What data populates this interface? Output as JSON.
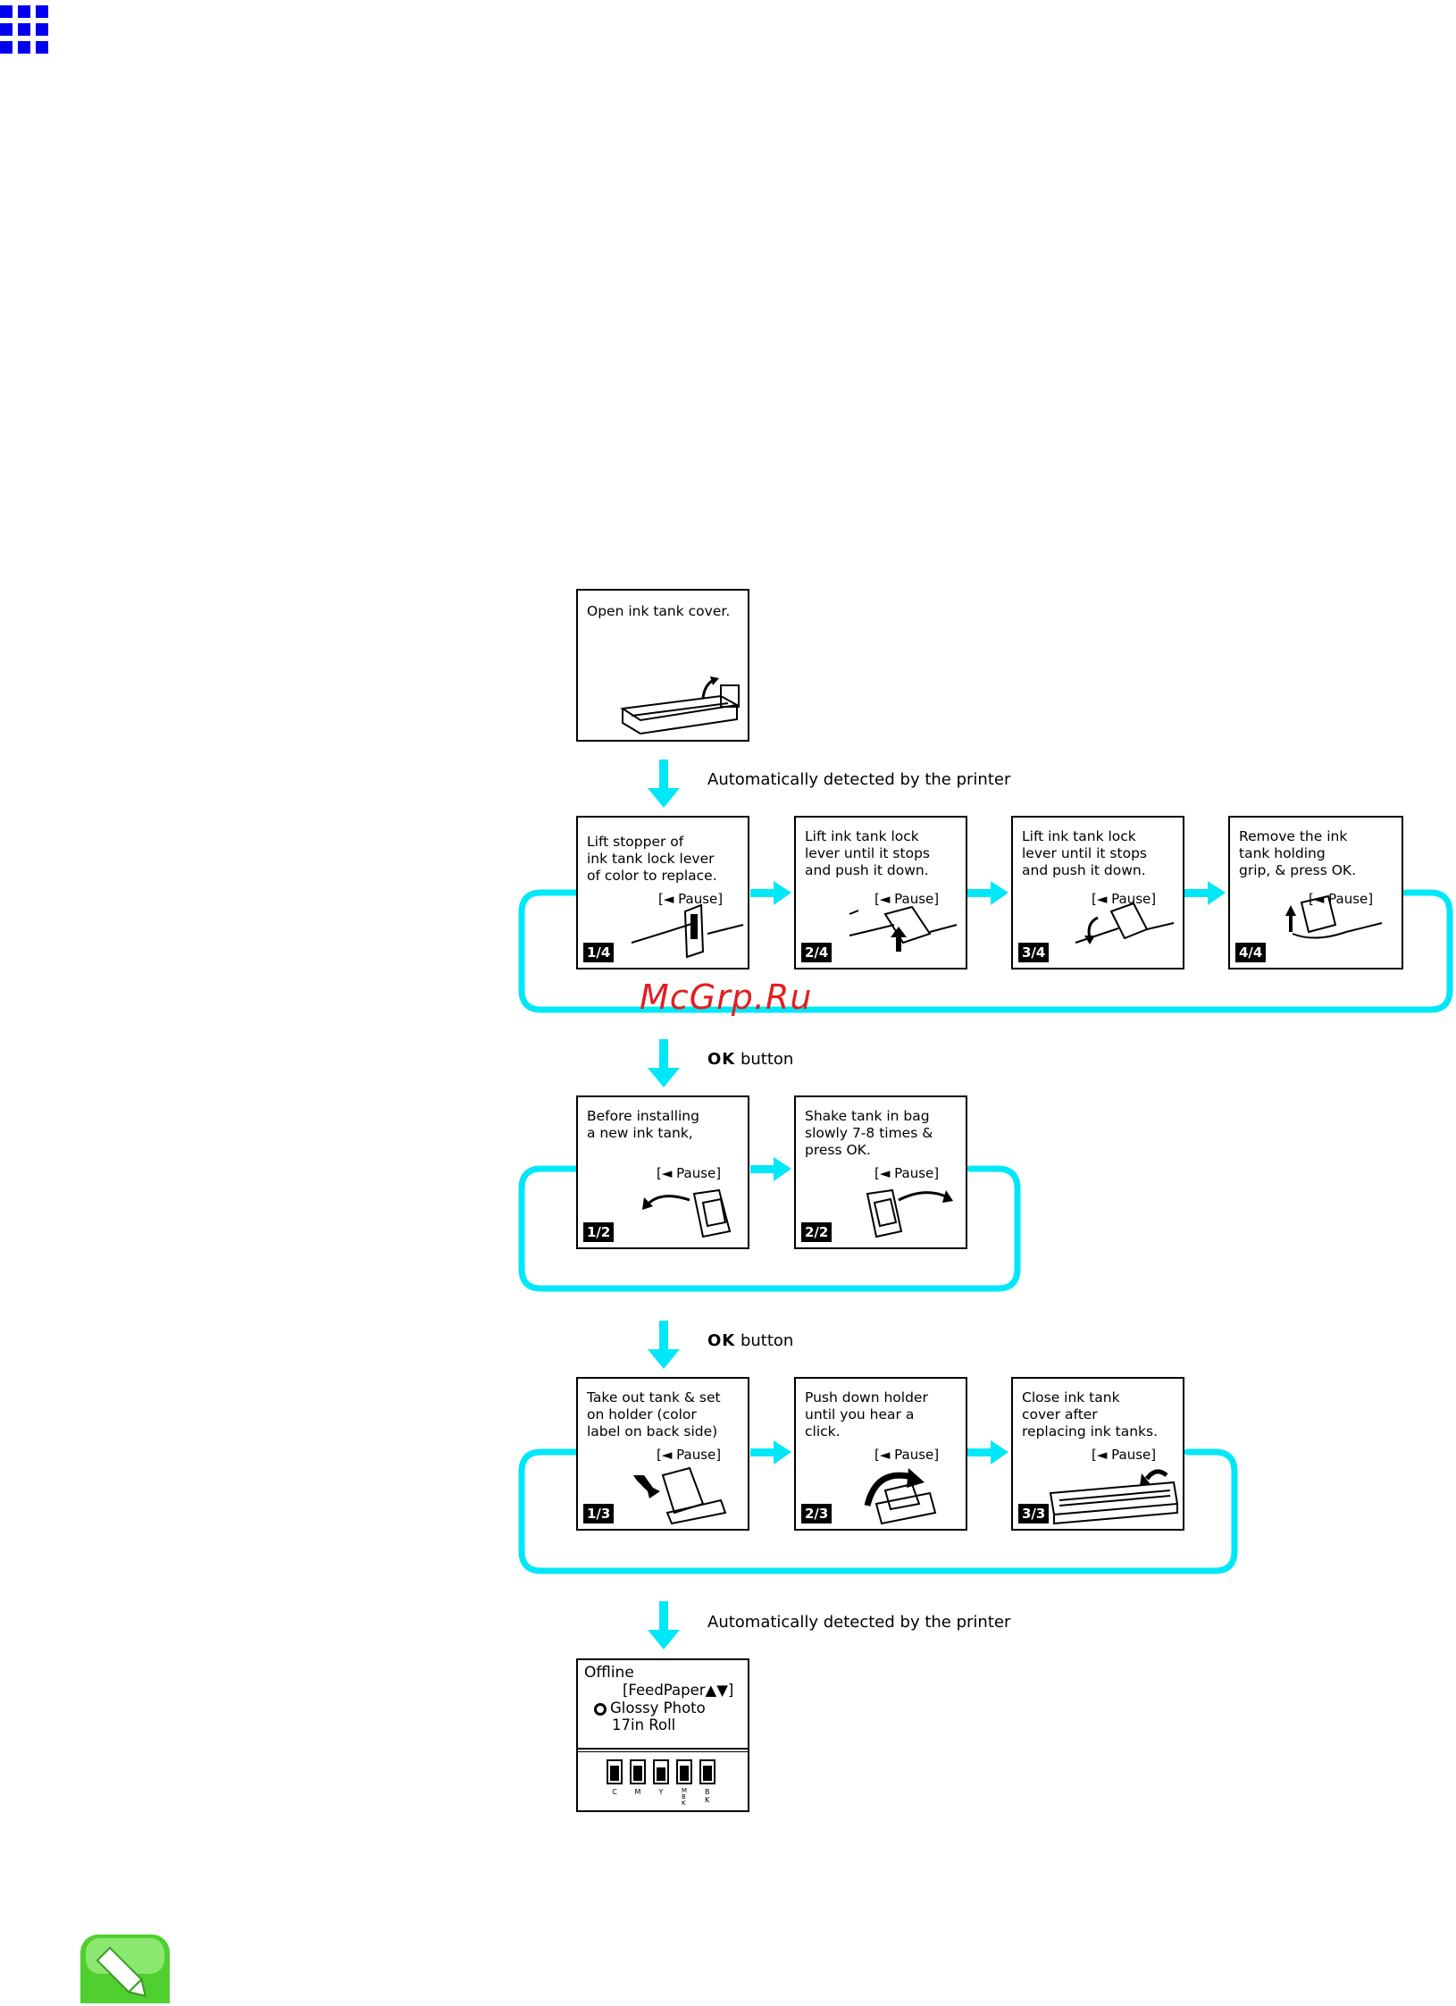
{
  "colors": {
    "flow_arrow": "#00e8f8",
    "grid_icon": "#0000ee",
    "note_icon": "#4fcf30",
    "watermark": "#e02020"
  },
  "watermark": "McGrp.Ru",
  "top_screen": {
    "text": "Open ink tank cover."
  },
  "labels": {
    "auto1": "Automatically detected by the printer",
    "ok1_bold": "OK",
    "ok1_rest": " button",
    "ok2_bold": "OK",
    "ok2_rest": " button",
    "auto2": "Automatically detected by the printer"
  },
  "pause_label": "[◄ Pause]",
  "row1": [
    {
      "text": "Lift stopper of\nink tank lock lever\nof color to replace.",
      "step": "1/4"
    },
    {
      "text": "Lift ink tank lock\nlever until it stops\nand push it down.",
      "step": "2/4"
    },
    {
      "text": "Lift ink tank lock\nlever until it stops\nand push it down.",
      "step": "3/4"
    },
    {
      "text": "Remove the ink\ntank holding\ngrip, & press OK.",
      "step": "4/4"
    }
  ],
  "row2": [
    {
      "text": "Before installing\na new ink tank,",
      "step": "1/2"
    },
    {
      "text": "Shake tank in bag\nslowly 7-8 times &\npress OK.",
      "step": "2/2"
    }
  ],
  "row3": [
    {
      "text": "Take out tank & set\non holder (color\nlabel on back side)",
      "step": "1/3"
    },
    {
      "text": "Push down holder\nuntil you hear a\nclick.",
      "step": "2/3"
    },
    {
      "text": "Close ink tank\ncover after\nreplacing ink tanks.",
      "step": "3/3"
    }
  ],
  "status_screen": {
    "line1": "Offline",
    "line2": "[FeedPaper▲▼]",
    "line3": "Glossy Photo",
    "line4": "17in Roll",
    "inks": [
      "C",
      "M",
      "Y",
      "MBK",
      "BK"
    ]
  },
  "icons": [
    "grid-icon",
    "note-pencil-icon"
  ]
}
